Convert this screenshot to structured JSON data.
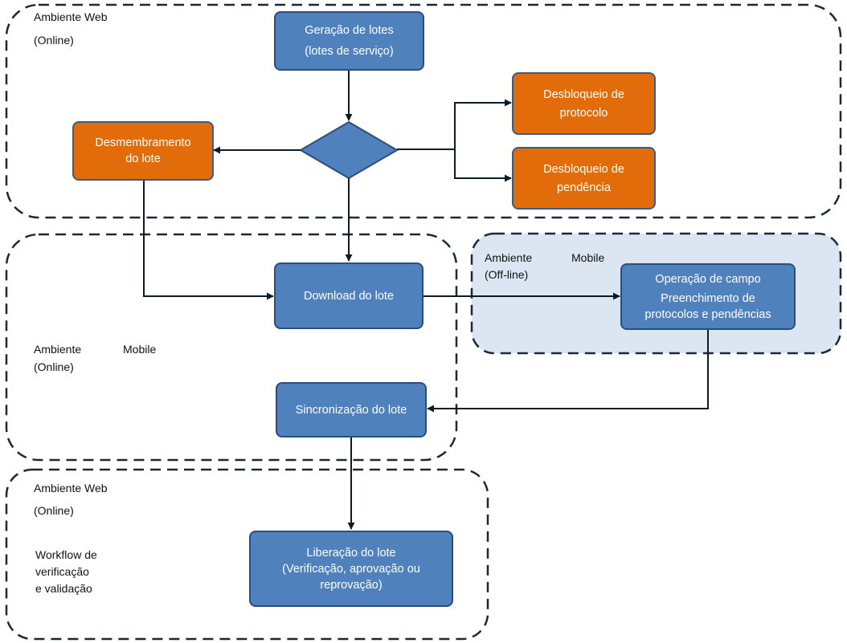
{
  "regions": {
    "web_top": {
      "line1": "Ambiente Web",
      "line2": "(Online)"
    },
    "mobile_online": {
      "word1": "Ambiente",
      "word2": "Mobile",
      "line2": "(Online)"
    },
    "mobile_offline": {
      "word1": "Ambiente",
      "word2": "Mobile",
      "line2": "(Off-line)"
    },
    "web_bottom": {
      "line1": "Ambiente Web",
      "line2": "(Online)",
      "workflow": [
        "Workflow de",
        "verificação",
        "e validação"
      ]
    }
  },
  "nodes": {
    "geracao": {
      "line1": "Geração de lotes",
      "line2": "(lotes de serviço)"
    },
    "desmembramento": {
      "line1": "Desmembramento",
      "line2": "do lote"
    },
    "desbloqueio_protocolo": {
      "line1": "Desbloqueio de",
      "line2": "protocolo"
    },
    "desbloqueio_pendencia": {
      "line1": "Desbloqueio de",
      "line2": "pendência"
    },
    "download": {
      "label": "Download do lote"
    },
    "operacao": {
      "line1": "Operação de campo",
      "line2": "Preenchimento de",
      "line3": "protocolos e pendências"
    },
    "sincronizacao": {
      "label": "Sincronização do lote"
    },
    "liberacao": {
      "line1": "Liberação do lote",
      "line2": "(Verificação, aprovação ou",
      "line3": "reprovação)"
    }
  },
  "colors": {
    "process_fill": "#4f81bd",
    "process_border": "#2a4e7c",
    "highlight_fill": "#e36c0a",
    "offline_region_fill": "#dce6f2",
    "dashed_border": "#1c2838",
    "arrow": "#0d1b26"
  }
}
